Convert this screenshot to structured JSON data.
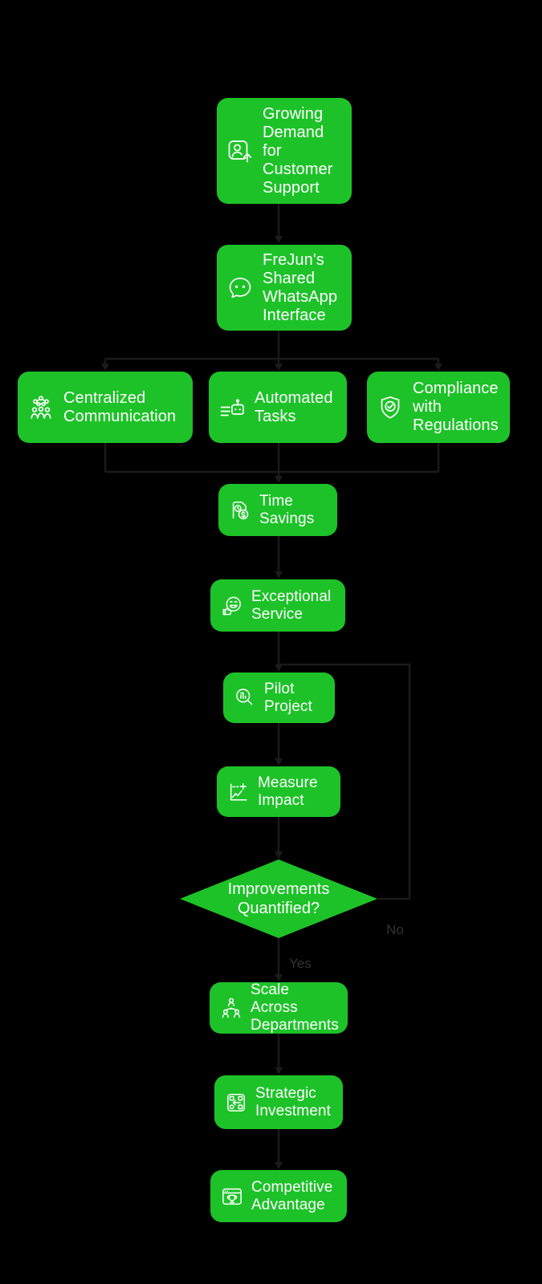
{
  "colors": {
    "background": "#000000",
    "node_fill": "#1DC228",
    "node_text": "#FFFFFF",
    "connector": "#1B1B1B",
    "edge_label_text": "#333333"
  },
  "flowchart": {
    "nodes": [
      {
        "id": "growing-demand",
        "label": "Growing\nDemand\nfor\nCustomer\nSupport",
        "icon": "person-growth-icon",
        "shape": "rounded-rectangle"
      },
      {
        "id": "frejun-shared-whatsapp-interface",
        "label": "FreJun's\nShared\nWhatsApp\nInterface",
        "icon": "chat-bubble-icon",
        "shape": "rounded-rectangle"
      },
      {
        "id": "centralized-communication",
        "label": "Centralized\nCommunication",
        "icon": "connected-team-icon",
        "shape": "rounded-rectangle"
      },
      {
        "id": "automated-tasks",
        "label": "Automated\nTasks",
        "icon": "robot-checklist-icon",
        "shape": "rounded-rectangle"
      },
      {
        "id": "compliance-with-regulations",
        "label": "Compliance\nwith\nRegulations",
        "icon": "shield-check-icon",
        "shape": "rounded-rectangle"
      },
      {
        "id": "time-savings",
        "label": "Time\nSavings",
        "icon": "document-clock-dollar-icon",
        "shape": "rounded-rectangle"
      },
      {
        "id": "exceptional-service",
        "label": "Exceptional\nService",
        "icon": "smiley-thumbs-up-icon",
        "shape": "rounded-rectangle"
      },
      {
        "id": "pilot-project",
        "label": "Pilot\nProject",
        "icon": "magnifier-report-icon",
        "shape": "rounded-rectangle"
      },
      {
        "id": "measure-impact",
        "label": "Measure\nImpact",
        "icon": "chart-plus-icon",
        "shape": "rounded-rectangle"
      },
      {
        "id": "improvements-quantified",
        "label": "Improvements\nQuantified?",
        "icon": null,
        "shape": "diamond"
      },
      {
        "id": "scale-across-departments",
        "label": "Scale Across\nDepartments",
        "icon": "team-hierarchy-icon",
        "shape": "rounded-rectangle"
      },
      {
        "id": "strategic-investment",
        "label": "Strategic\nInvestment",
        "icon": "strategy-board-icon",
        "shape": "rounded-rectangle"
      },
      {
        "id": "competitive-advantage",
        "label": "Competitive\nAdvantage",
        "icon": "trophy-window-icon",
        "shape": "rounded-rectangle"
      }
    ],
    "edges": [
      {
        "from": "growing-demand",
        "to": "frejun-shared-whatsapp-interface"
      },
      {
        "from": "frejun-shared-whatsapp-interface",
        "to": "centralized-communication"
      },
      {
        "from": "frejun-shared-whatsapp-interface",
        "to": "automated-tasks"
      },
      {
        "from": "frejun-shared-whatsapp-interface",
        "to": "compliance-with-regulations"
      },
      {
        "from": "centralized-communication",
        "to": "time-savings"
      },
      {
        "from": "automated-tasks",
        "to": "time-savings"
      },
      {
        "from": "compliance-with-regulations",
        "to": "time-savings"
      },
      {
        "from": "time-savings",
        "to": "exceptional-service"
      },
      {
        "from": "exceptional-service",
        "to": "pilot-project"
      },
      {
        "from": "pilot-project",
        "to": "measure-impact"
      },
      {
        "from": "measure-impact",
        "to": "improvements-quantified"
      },
      {
        "from": "improvements-quantified",
        "to": "scale-across-departments",
        "label": "Yes"
      },
      {
        "from": "improvements-quantified",
        "to": "pilot-project",
        "label": "No"
      },
      {
        "from": "scale-across-departments",
        "to": "strategic-investment"
      },
      {
        "from": "strategic-investment",
        "to": "competitive-advantage"
      }
    ],
    "edge_labels": {
      "yes": "Yes",
      "no": "No"
    }
  }
}
